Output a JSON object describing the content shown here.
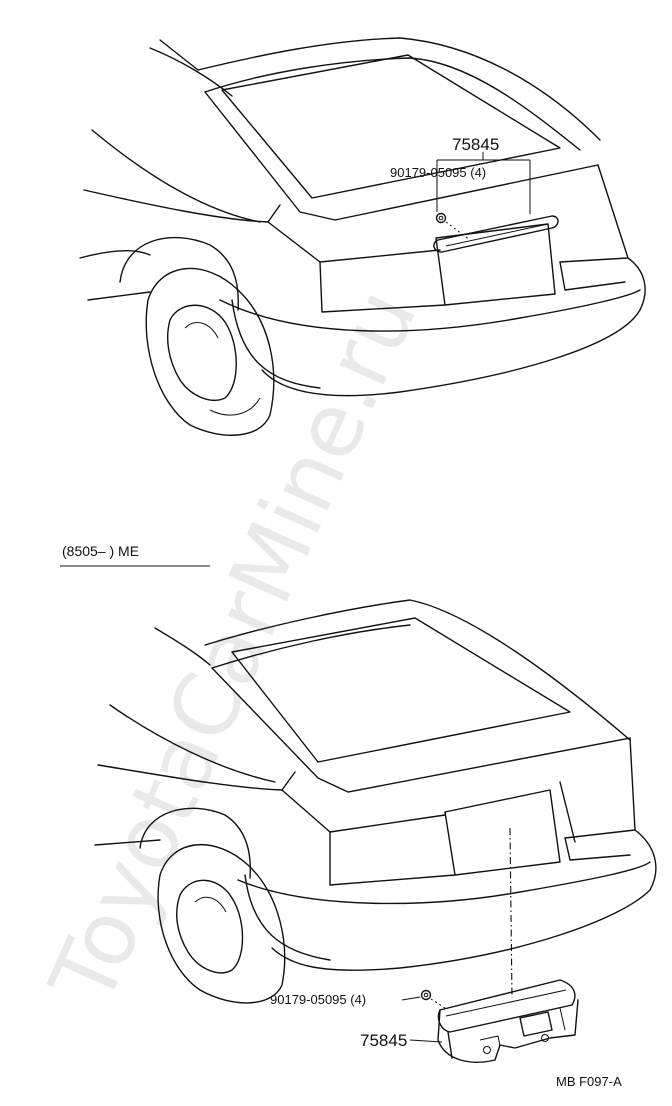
{
  "watermark": "ToyotaCarMine.ru",
  "top_view": {
    "part_label": "75845",
    "bolt_label": "90179-05095 (4)"
  },
  "variant": {
    "label": "(8505–        ) ME"
  },
  "bottom_view": {
    "bolt_label": "90179-05095 (4)",
    "part_label": "75845"
  },
  "footer": {
    "code": "MB  F097-A"
  }
}
